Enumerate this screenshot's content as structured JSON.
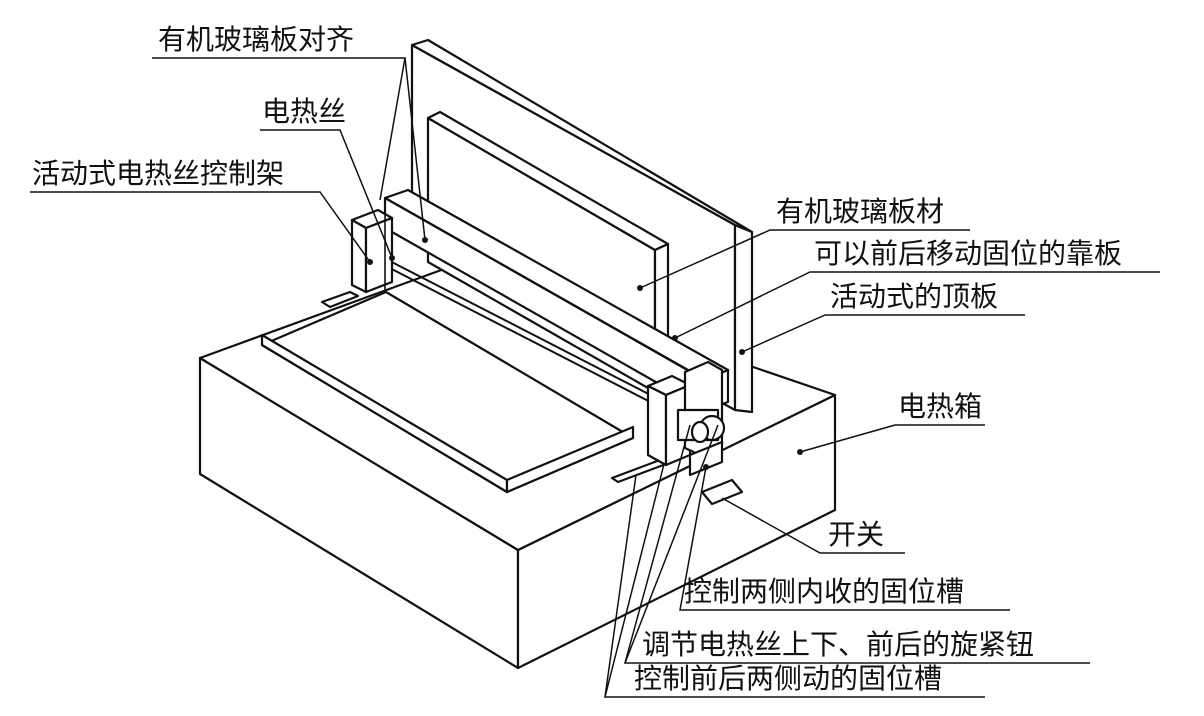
{
  "labels": {
    "plexiglass_align": "有机玻璃板对齐",
    "heating_wire": "电热丝",
    "movable_wire_frame": "活动式电热丝控制架",
    "plexiglass_sheet": "有机玻璃板材",
    "back_plate": "可以前后移动固位的靠板",
    "top_plate": "活动式的顶板",
    "heating_box": "电热箱",
    "switch": "开关",
    "inner_slot": "控制两侧内收的固位槽",
    "tightening_knob": "调节电热丝上下、前后的旋紧钮",
    "front_back_slot": "控制前后两侧动的固位槽"
  }
}
